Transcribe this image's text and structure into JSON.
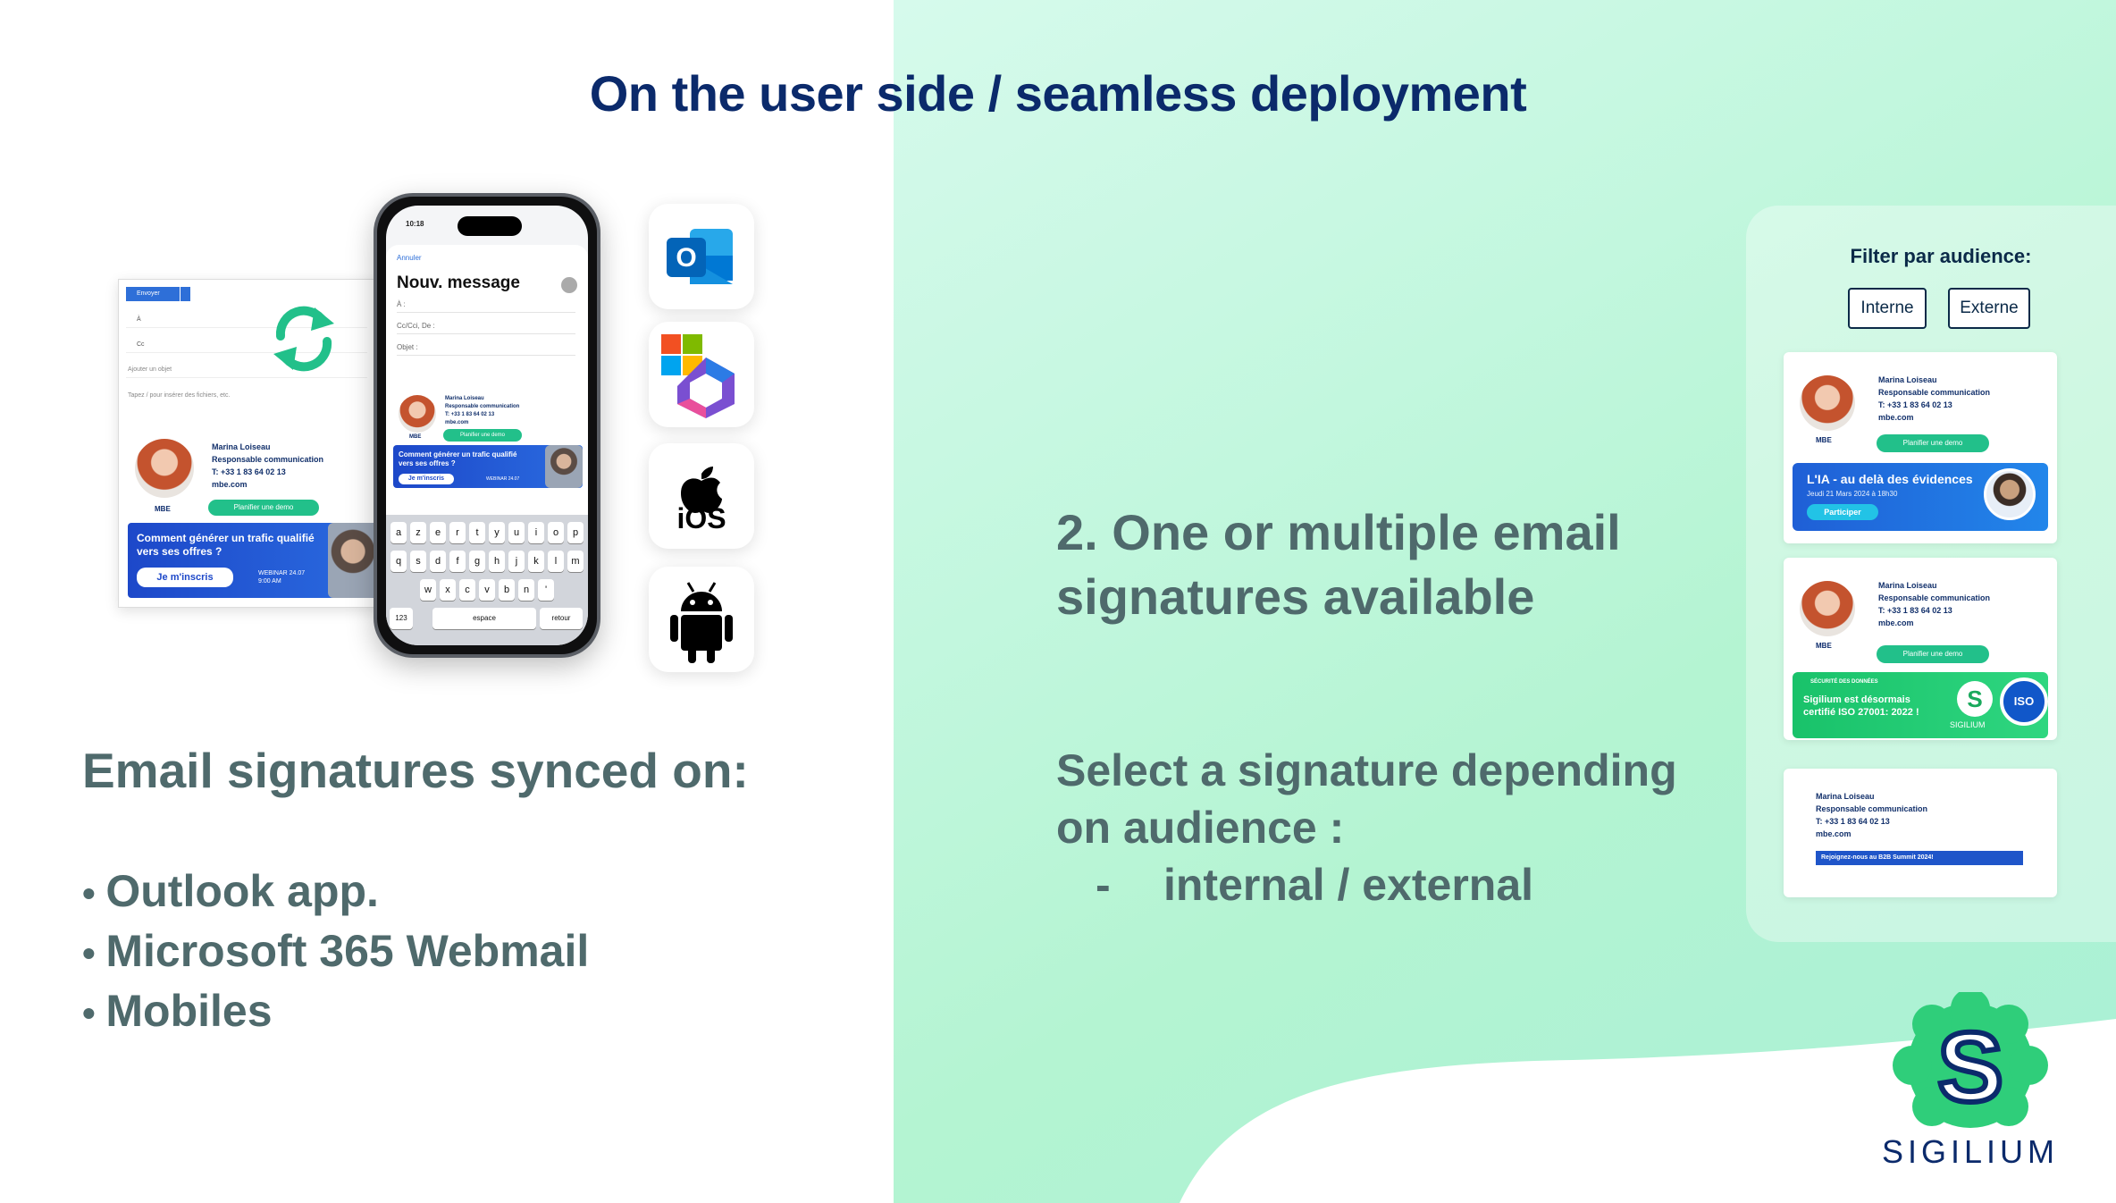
{
  "slide": {
    "title": "On the user side / seamless deployment"
  },
  "left": {
    "heading": "Email signatures synced on:",
    "items": [
      "Outlook app.",
      "Microsoft 365 Webmail",
      "Mobiles"
    ]
  },
  "right": {
    "heading": "2. One or multiple email signatures available",
    "subheading": "Select a signature depending on audience :",
    "dash_mark": "-",
    "dash_item": "internal / external"
  },
  "desktop_mock": {
    "send_label": "Envoyer",
    "to_label": "À",
    "cc_label": "Cc",
    "subject_placeholder": "Ajouter un objet",
    "body_placeholder": "Tapez / pour insérer des fichiers, etc.",
    "sig_name": "Marina Loiseau",
    "sig_role": "Responsable communication",
    "sig_phone": "T: +33 1 83 64 02 13",
    "sig_site": "mbe.com",
    "sig_logo": "MBE",
    "demo_label": "Planifier une demo",
    "banner_text": "Comment générer un trafic qualifié vers ses offres ?",
    "banner_cta": "Je m'inscris",
    "banner_webinar": "WEBINAR 24.07",
    "banner_time": "9:00 AM"
  },
  "phone_mock": {
    "time": "10:18",
    "cancel": "Annuler",
    "title": "Nouv. message",
    "to": "À :",
    "cc": "Cc/Cci, De :",
    "subject": "Objet :",
    "sig_name": "Marina Loiseau",
    "sig_role": "Responsable communication",
    "sig_phone": "T: +33 1 83 64 02 13",
    "sig_site": "mbe.com",
    "sig_logo": "MBE",
    "demo_label": "Planifier une demo",
    "banner_text": "Comment générer un trafic qualifié vers ses offres ?",
    "banner_cta": "Je m'inscris",
    "banner_webinar": "WEBINAR 24.07",
    "row1": [
      "a",
      "z",
      "e",
      "r",
      "t",
      "y",
      "u",
      "i",
      "o",
      "p"
    ],
    "row2": [
      "q",
      "s",
      "d",
      "f",
      "g",
      "h",
      "j",
      "k",
      "l",
      "m"
    ],
    "row3": [
      "w",
      "x",
      "c",
      "v",
      "b",
      "n",
      "'"
    ],
    "key_123": "123",
    "key_space": "espace",
    "key_return": "retour"
  },
  "apps": {
    "ios_label": "iOS",
    "outlook_letter": "O"
  },
  "panel": {
    "title": "Filter par audience:",
    "filter_internal": "Interne",
    "filter_external": "Externe",
    "card1": {
      "name": "Marina Loiseau",
      "role": "Responsable communication",
      "phone": "T: +33 1 83 64 02 13",
      "site": "mbe.com",
      "logo": "MBE",
      "demo": "Planifier une demo",
      "banner_title": "L'IA - au delà des évidences",
      "banner_date": "Jeudi 21 Mars 2024 à 18h30",
      "banner_cta": "Participer"
    },
    "card2": {
      "name": "Marina Loiseau",
      "role": "Responsable communication",
      "phone": "T: +33 1 83 64 02 13",
      "site": "mbe.com",
      "logo": "MBE",
      "demo": "Planifier une demo",
      "banner_kicker": "SÉCURITÉ DES DONNÉES",
      "banner_text": "Sigilium est désormais certifié ISO 27001: 2022 !",
      "brand": "SIGILIUM",
      "iso": "ISO"
    },
    "card3": {
      "name": "Marina Loiseau",
      "role": "Responsable communication",
      "phone": "T: +33 1 83 64 02 13",
      "site": "mbe.com",
      "banner_text": "Rejoignez-nous au B2B Summit 2024!"
    }
  },
  "brand": {
    "name": "SIGILIUM",
    "letter": "S"
  },
  "colors": {
    "title": "#0b2a6b",
    "body_text": "#4f6a6c",
    "accent_green": "#22c08a",
    "brand_green": "#2fce7a"
  }
}
